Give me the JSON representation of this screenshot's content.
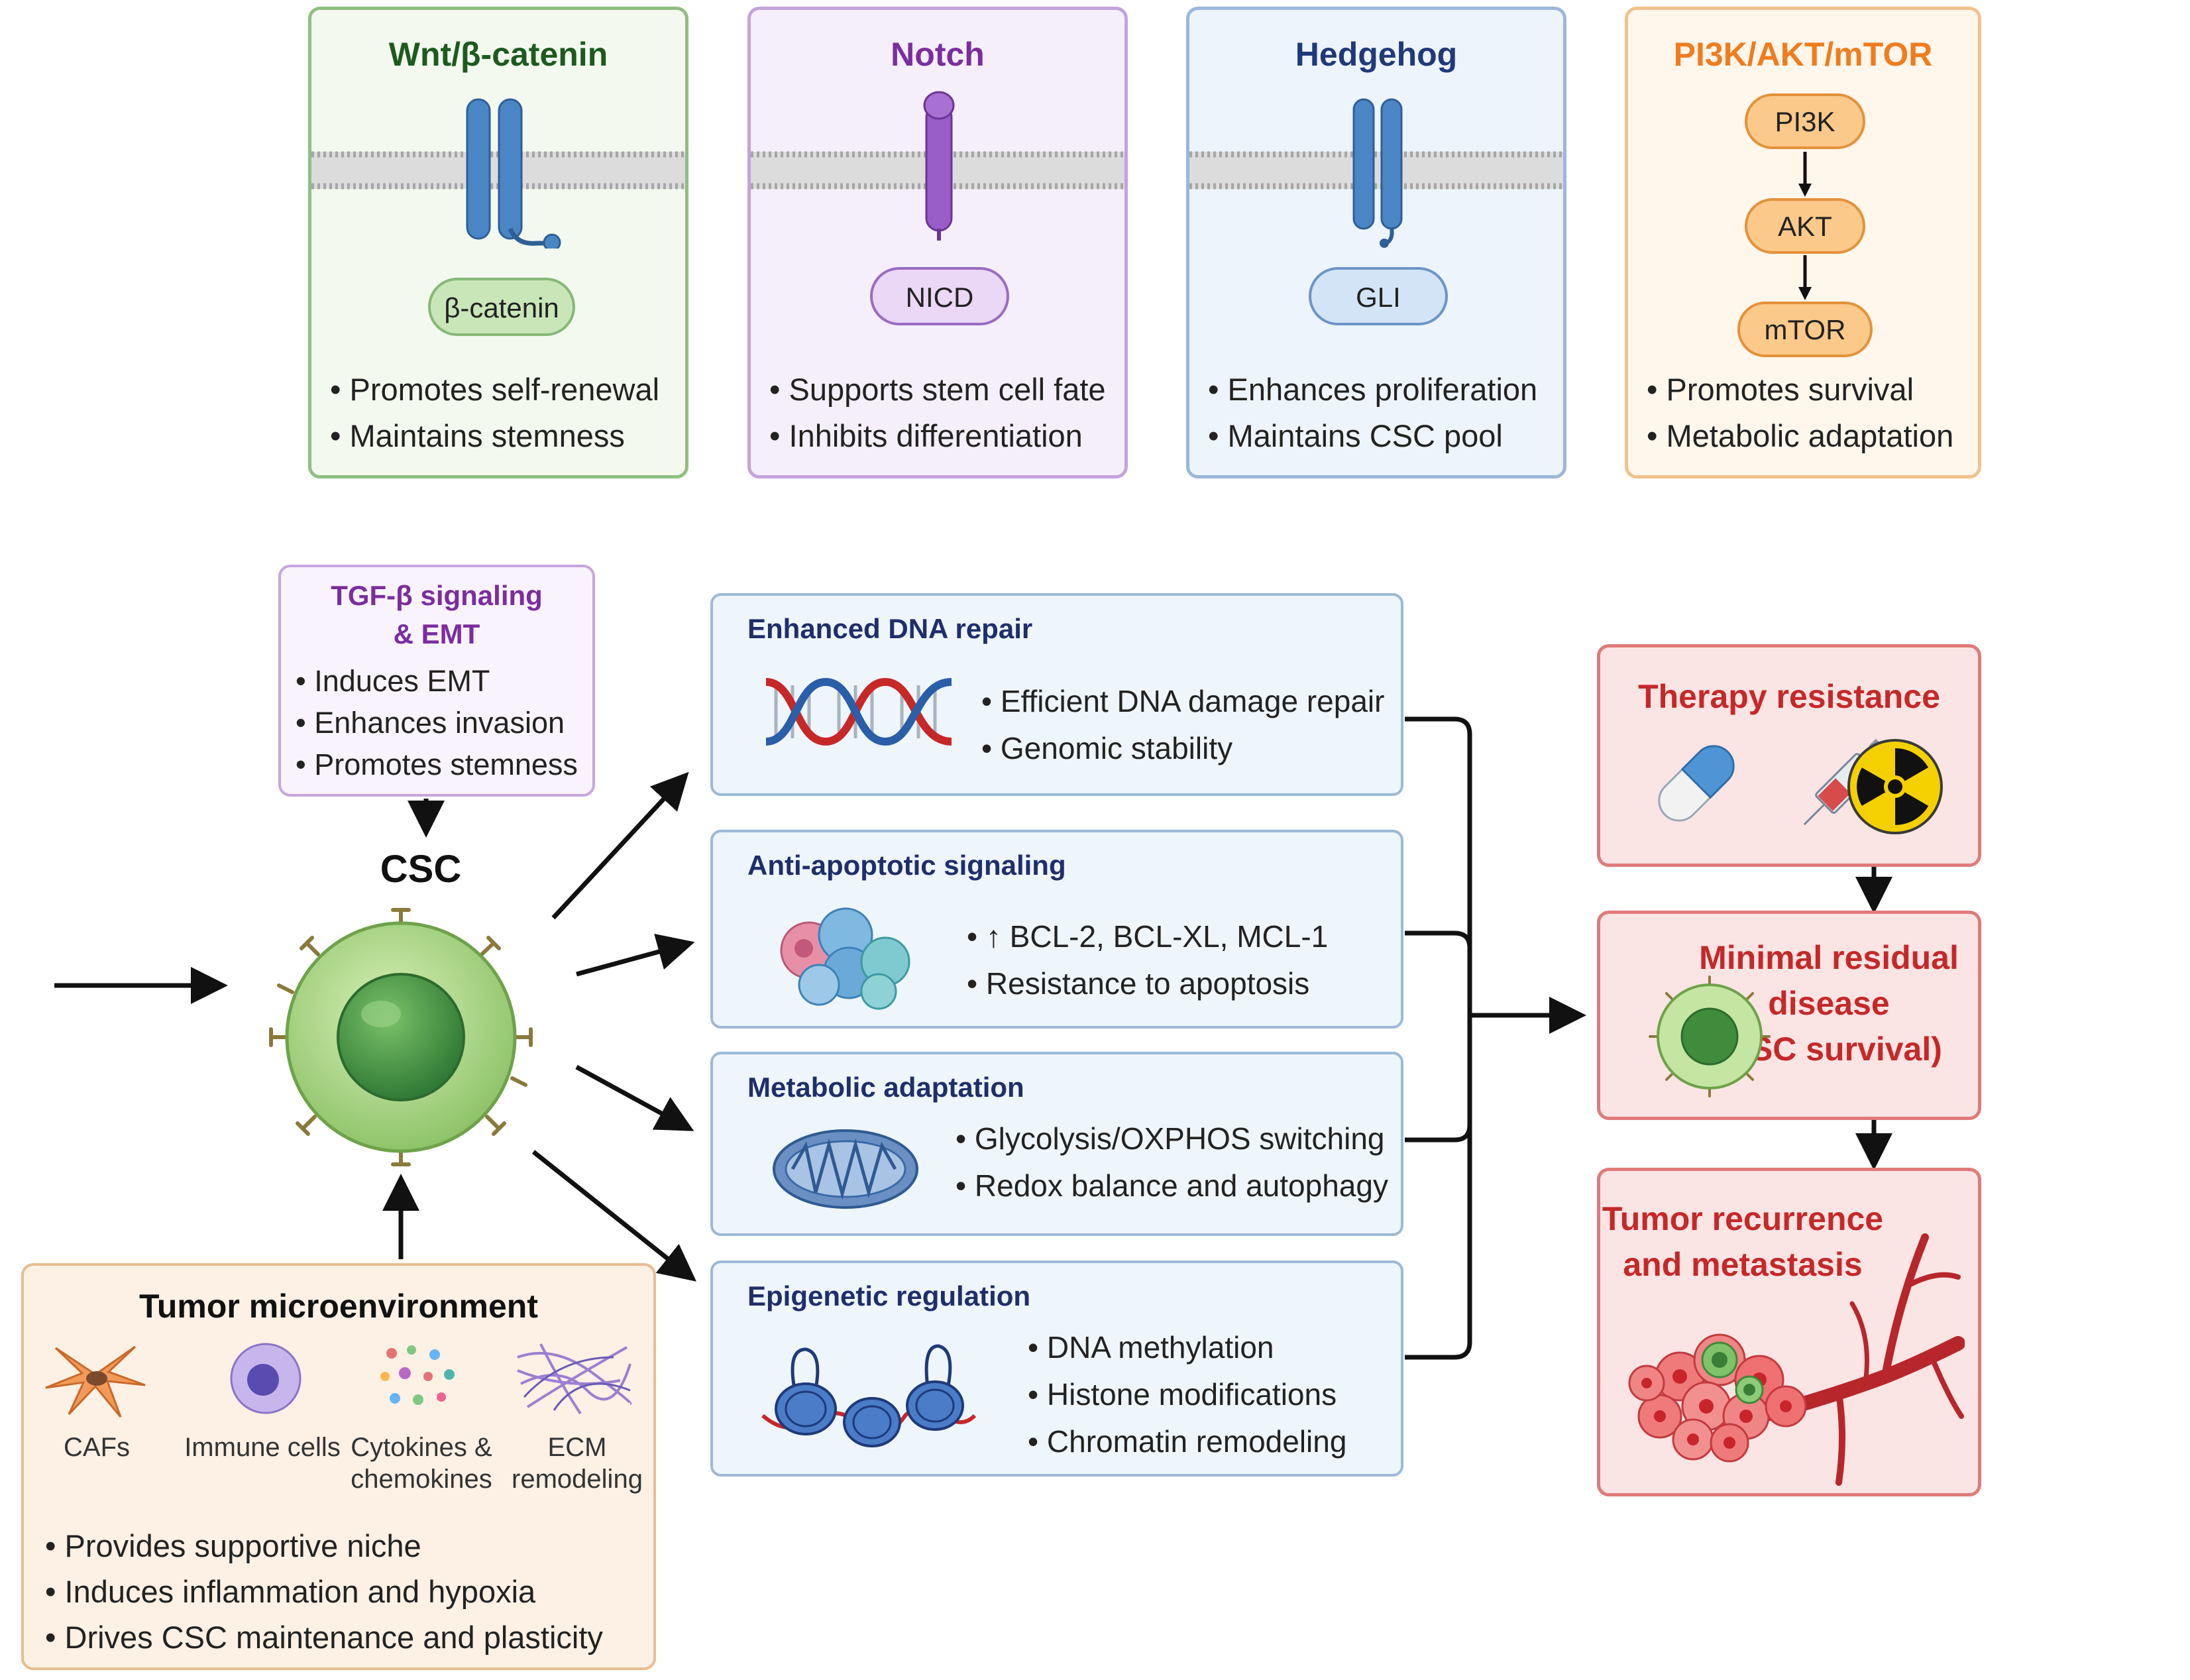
{
  "pathways": {
    "wnt": {
      "title": "Wnt/β-catenin",
      "molecule": "β-catenin",
      "bullets": [
        "• Promotes self-renewal",
        "• Maintains stemness"
      ]
    },
    "notch": {
      "title": "Notch",
      "molecule": "NICD",
      "bullets": [
        "• Supports stem cell fate",
        "• Inhibits differentiation"
      ]
    },
    "hedgehog": {
      "title": "Hedgehog",
      "molecule": "GLI",
      "bullets": [
        "• Enhances proliferation",
        "• Maintains CSC pool"
      ]
    },
    "pi3k": {
      "title": "PI3K/AKT/mTOR",
      "nodes": [
        "PI3K",
        "AKT",
        "mTOR"
      ],
      "bullets": [
        "• Promotes survival",
        "• Metabolic adaptation"
      ]
    }
  },
  "tgf": {
    "title_line1": "TGF-β signaling",
    "title_line2": "& EMT",
    "bullets": [
      "• Induces EMT",
      "• Enhances invasion",
      "• Promotes stemness"
    ]
  },
  "csc": {
    "label": "CSC"
  },
  "tme": {
    "title": "Tumor microenvironment",
    "items": [
      {
        "line1": "CAFs",
        "line2": ""
      },
      {
        "line1": "Immune cells",
        "line2": ""
      },
      {
        "line1": "Cytokines &",
        "line2": "chemokines"
      },
      {
        "line1": "ECM",
        "line2": "remodeling"
      }
    ],
    "bullets": [
      "• Provides supportive niche",
      "• Induces inflammation and hypoxia",
      "• Drives CSC maintenance and plasticity"
    ]
  },
  "mechanisms": {
    "dna": {
      "title": "Enhanced DNA repair",
      "bullets": [
        "• Efficient DNA damage repair",
        "• Genomic stability"
      ]
    },
    "apoptosis": {
      "title": "Anti-apoptotic signaling",
      "bullets": [
        "• ↑ BCL-2, BCL-XL, MCL-1",
        "• Resistance to apoptosis"
      ]
    },
    "metabolic": {
      "title": "Metabolic adaptation",
      "bullets": [
        "• Glycolysis/OXPHOS switching",
        "• Redox balance and autophagy"
      ]
    },
    "epigenetic": {
      "title": "Epigenetic regulation",
      "bullets": [
        "• DNA methylation",
        "• Histone modifications",
        "• Chromatin remodeling"
      ]
    }
  },
  "outcomes": {
    "therapy": {
      "title": "Therapy resistance"
    },
    "mrd": {
      "title_line1": "Minimal residual disease",
      "title_line2": "(CSC survival)"
    },
    "recurrence": {
      "title_line1": "Tumor recurrence",
      "title_line2": "and metastasis"
    }
  },
  "colors": {
    "wnt": "#1e5a1e",
    "notch": "#7b2d9e",
    "hedgehog": "#1f3a7a",
    "pi3k": "#f07c1e",
    "mechanism_title": "#1f2e6b",
    "outcome_title": "#c62828"
  }
}
